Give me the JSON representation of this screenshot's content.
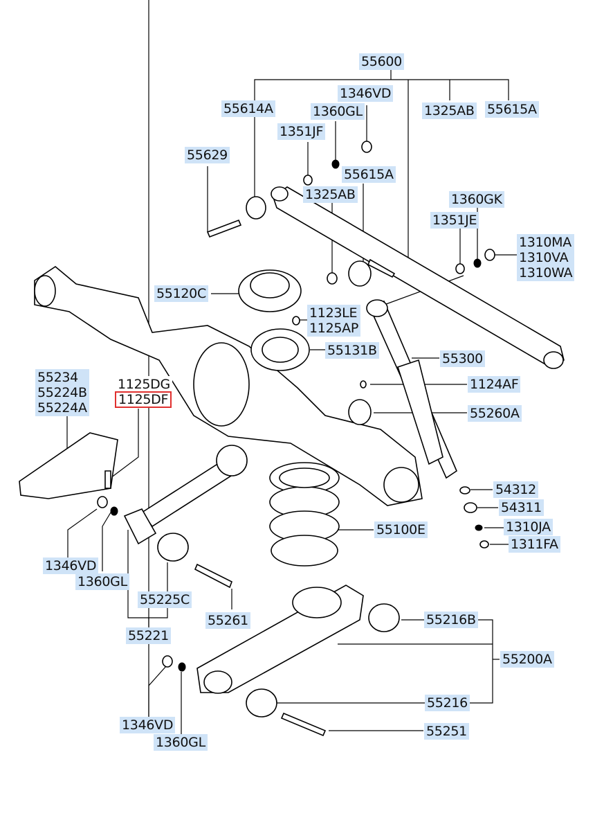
{
  "labels": {
    "l55600": "55600",
    "l1346VD_top": "1346VD",
    "l55614A": "55614A",
    "l1360GL_top": "1360GL",
    "l1325AB_top": "1325AB",
    "l55615A_top": "55615A",
    "l1351JF": "1351JF",
    "l55629": "55629",
    "l55615A_mid": "55615A",
    "l1325AB_mid": "1325AB",
    "l1360GK": "1360GK",
    "l1351JE": "1351JE",
    "l1310MA": "1310MA",
    "l1310VA": "1310VA",
    "l1310WA": "1310WA",
    "l55120C": "55120C",
    "l1123LE": "1123LE",
    "l1125AP": "1125AP",
    "l55131B": "55131B",
    "l55300": "55300",
    "l55234": "55234",
    "l55224B": "55224B",
    "l55224A": "55224A",
    "l1125DG": "1125DG",
    "l1125DF": "1125DF",
    "l1124AF": "1124AF",
    "l55260A": "55260A",
    "l54312": "54312",
    "l54311": "54311",
    "l1310JA": "1310JA",
    "l1311FA": "1311FA",
    "l55100E": "55100E",
    "l1346VD_mid": "1346VD",
    "l1360GL_mid": "1360GL",
    "l55225C": "55225C",
    "l55261": "55261",
    "l55221": "55221",
    "l55216B": "55216B",
    "l55200A": "55200A",
    "l55216": "55216",
    "l55251": "55251",
    "l1346VD_bot": "1346VD",
    "l1360GL_bot": "1360GL"
  },
  "colors": {
    "label_background": "#cfe3f7",
    "highlight_border": "#e0302f",
    "line": "#000000"
  }
}
